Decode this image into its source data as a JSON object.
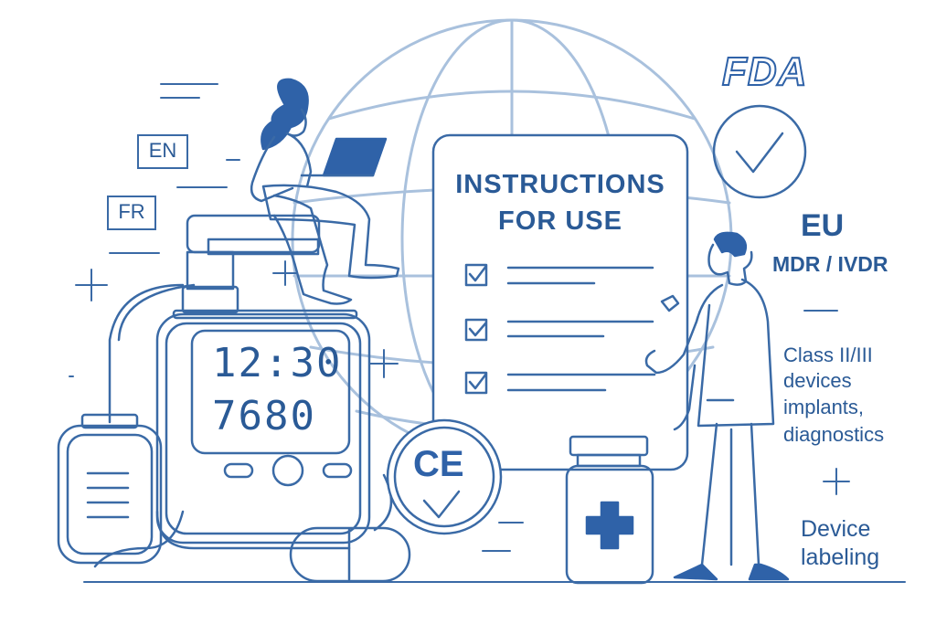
{
  "languages": [
    "EN",
    "FR"
  ],
  "device_display": {
    "time": "12:30",
    "reading": "7680"
  },
  "ifu": {
    "title_line1": "INSTRUCTIONS",
    "title_line2": "FOR USE",
    "checklist_count": 3
  },
  "badges": {
    "fda_logo": "FDA",
    "ce_mark": "CE"
  },
  "eu": {
    "title": "EU",
    "regulation": "MDR / IVDR",
    "classes_line1": "Class II/III",
    "classes_line2": "devices",
    "classes_line3": "implants,",
    "classes_line4": "diagnostics",
    "labeling_line1": "Device",
    "labeling_line2": "labeling"
  },
  "colors": {
    "stroke": "#3a6aa6",
    "stroke_light": "#a9c1dd",
    "text": "#2a5a96",
    "accent_fill": "#2f62a8"
  },
  "icons": [
    "globe-icon",
    "laptop-icon",
    "checkmark-icon",
    "medical-cross-icon",
    "pill-icon",
    "plus-sparkle-icon"
  ]
}
